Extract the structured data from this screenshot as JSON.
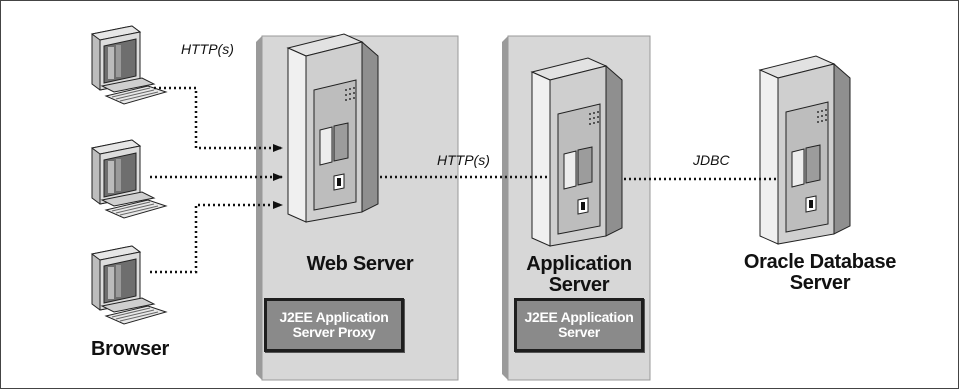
{
  "protocols": {
    "browser_to_web": "HTTP(s)",
    "web_to_app": "HTTP(s)",
    "app_to_db": "JDBC"
  },
  "nodes": {
    "browser": "Browser",
    "web_server": "Web Server",
    "app_server_line1": "Application",
    "app_server_line2": "Server",
    "db_server_line1": "Oracle Database",
    "db_server_line2": "Server"
  },
  "components": {
    "web_proxy_line1": "J2EE Application",
    "web_proxy_line2": "Server Proxy",
    "app_component_line1": "J2EE Application",
    "app_component_line2": "Server"
  },
  "colors": {
    "panel": "#d7d7d7",
    "proxy_box": "#8a8a8a",
    "border": "#1e1e1e",
    "device_light": "#eeeeee",
    "device_mid": "#c8c8c8",
    "device_dark": "#8f8f8f"
  }
}
